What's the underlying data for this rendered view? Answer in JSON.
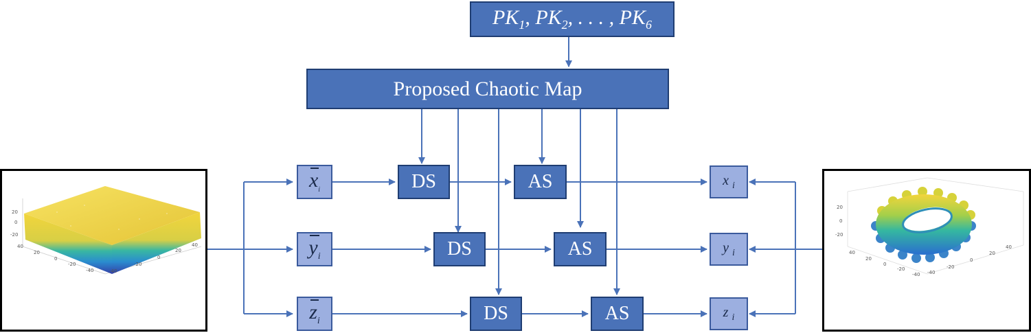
{
  "keys": {
    "parts": [
      "PK",
      "1",
      ", PK",
      "2",
      ", . . . , PK",
      "6"
    ]
  },
  "chaotic_map": {
    "label": "Proposed Chaotic Map"
  },
  "inputs": [
    {
      "letter": "x",
      "sub": "i"
    },
    {
      "letter": "y",
      "sub": "i"
    },
    {
      "letter": "z",
      "sub": "i"
    }
  ],
  "ds_label": "DS",
  "as_label": "AS",
  "outputs": [
    {
      "letter": "x",
      "sub": "i"
    },
    {
      "letter": "y",
      "sub": "i"
    },
    {
      "letter": "z",
      "sub": "i"
    }
  ],
  "plot_left": {
    "yticks": [
      "20",
      "0",
      "-20"
    ],
    "xticks": [
      "40",
      "20",
      "0",
      "-20",
      "-40"
    ],
    "xticks2": [
      "-40",
      "-20",
      "0",
      "20",
      "40"
    ]
  },
  "plot_right": {
    "yticks": [
      "20",
      "0",
      "-20"
    ],
    "xticks": [
      "40",
      "20",
      "0",
      "-20",
      "-40"
    ],
    "xticks2": [
      "-40",
      "-20",
      "0",
      "20",
      "40"
    ]
  },
  "colors": {
    "box_fill": "#4a72b8",
    "box_border": "#1f3d72",
    "var_fill": "#9cafe0",
    "arrow": "#4a72b8"
  }
}
